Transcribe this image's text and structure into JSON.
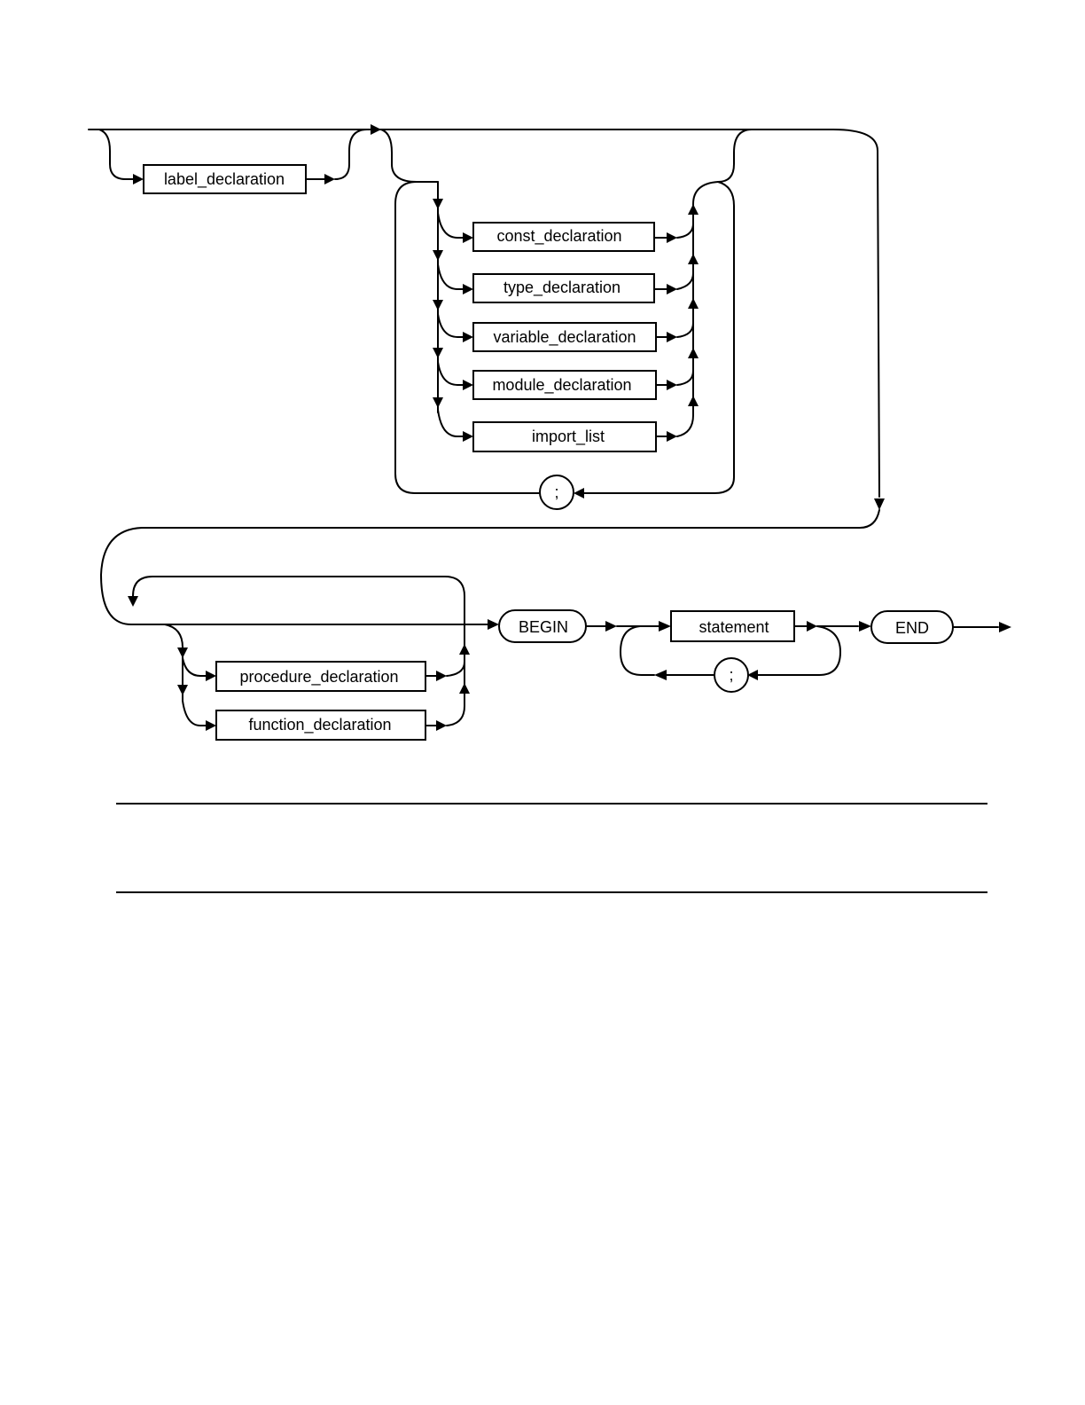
{
  "nonterminals": {
    "label_declaration": "label_declaration",
    "const_declaration": "const_declaration",
    "type_declaration": "type_declaration",
    "variable_declaration": "variable_declaration",
    "module_declaration": "module_declaration",
    "import_list": "import_list",
    "procedure_declaration": "procedure_declaration",
    "function_declaration": "function_declaration",
    "statement": "statement"
  },
  "terminals": {
    "semicolon_declarations": ";",
    "begin": "BEGIN",
    "semicolon_statements": ";",
    "end": "END"
  }
}
